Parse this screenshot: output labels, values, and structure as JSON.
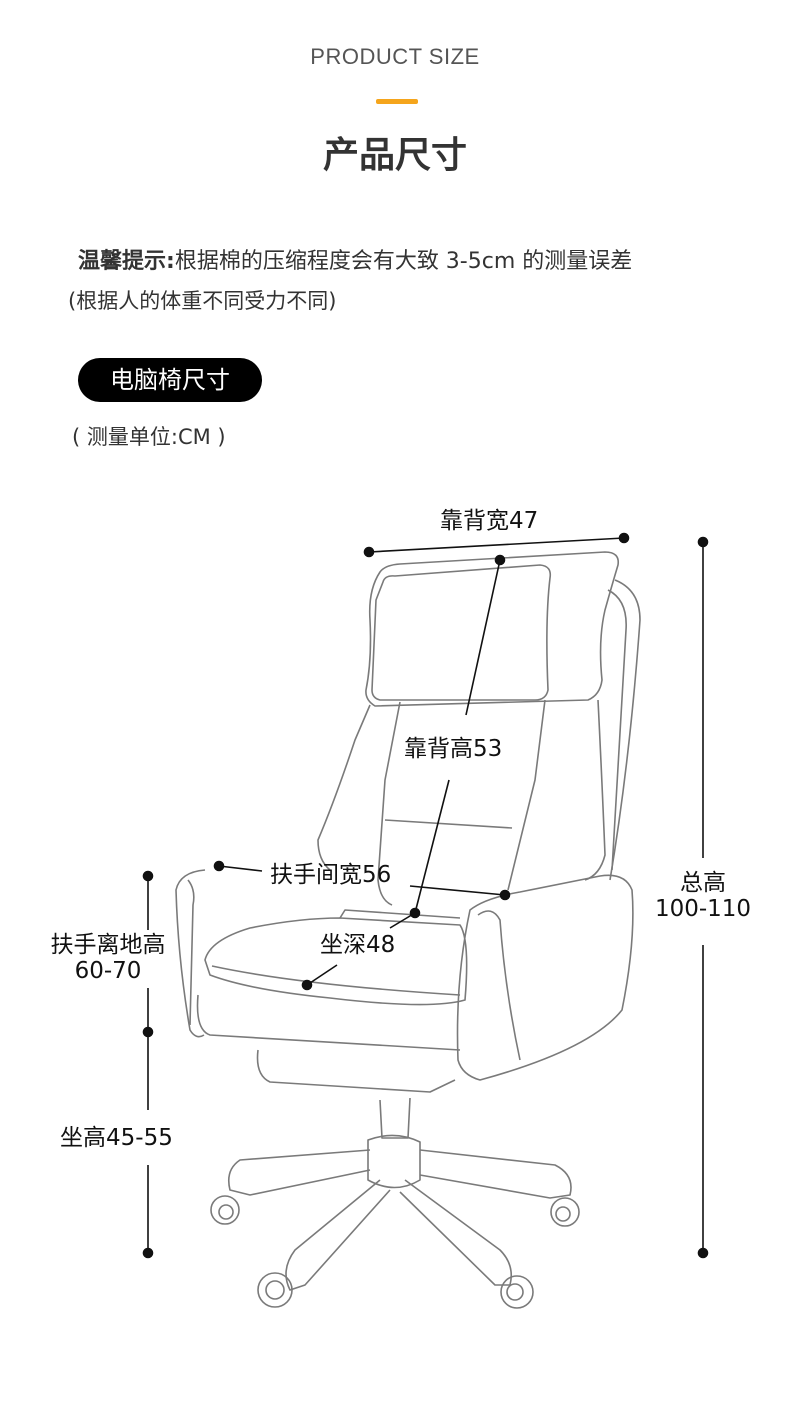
{
  "header": {
    "subtitle_en": "PRODUCT SIZE",
    "title_cn": "产品尺寸",
    "accent_color": "#f5a51c"
  },
  "notice": {
    "label": "温馨提示:",
    "text": "根据棉的压缩程度会有大致 3-5cm 的测量误差",
    "note": "(根据人的体重不同受力不同)"
  },
  "section": {
    "badge": "电脑椅尺寸",
    "unit": "( 测量单位:CM )"
  },
  "dimensions": {
    "backrest_width": "靠背宽47",
    "backrest_height": "靠背高53",
    "armrest_spacing": "扶手间宽56",
    "seat_depth": "坐深48",
    "total_height_label": "总高",
    "total_height_value": "100-110",
    "armrest_height_label": "扶手离地高",
    "armrest_height_value": "60-70",
    "seat_height": "坐高45-55"
  }
}
